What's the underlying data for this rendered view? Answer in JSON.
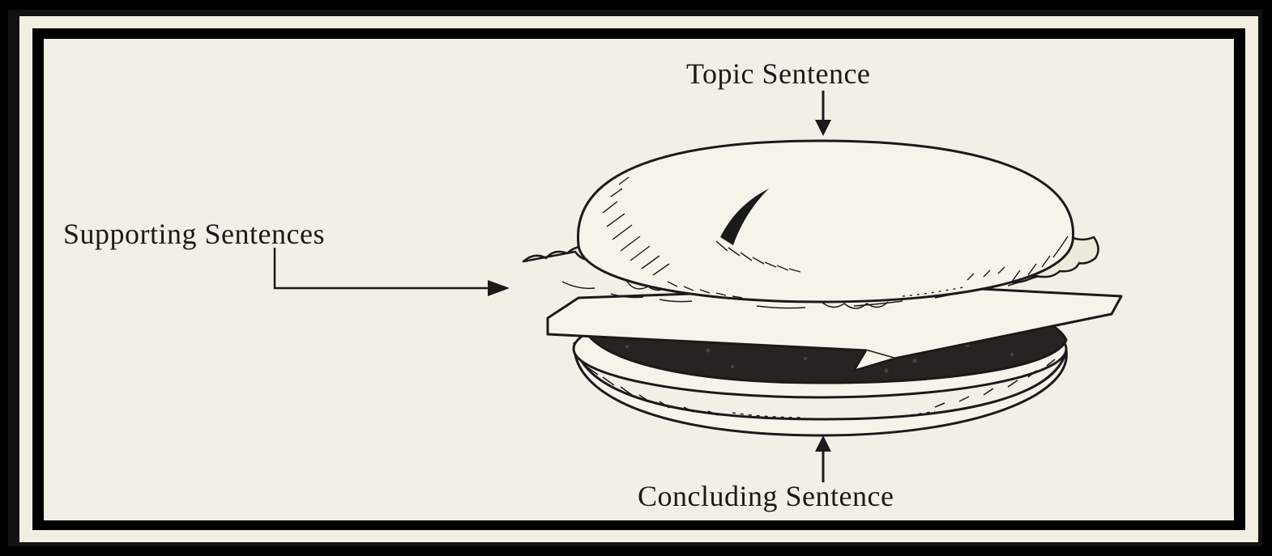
{
  "diagram": {
    "labels": {
      "topic": "Topic Sentence",
      "supporting": "Supporting Sentences",
      "concluding": "Concluding Sentence"
    },
    "illustration": "hamburger-illustration",
    "colors": {
      "background": "#f2f0e6",
      "ink": "#1a1a1a",
      "frame": "#000000",
      "mat": "#f0efe2"
    }
  }
}
